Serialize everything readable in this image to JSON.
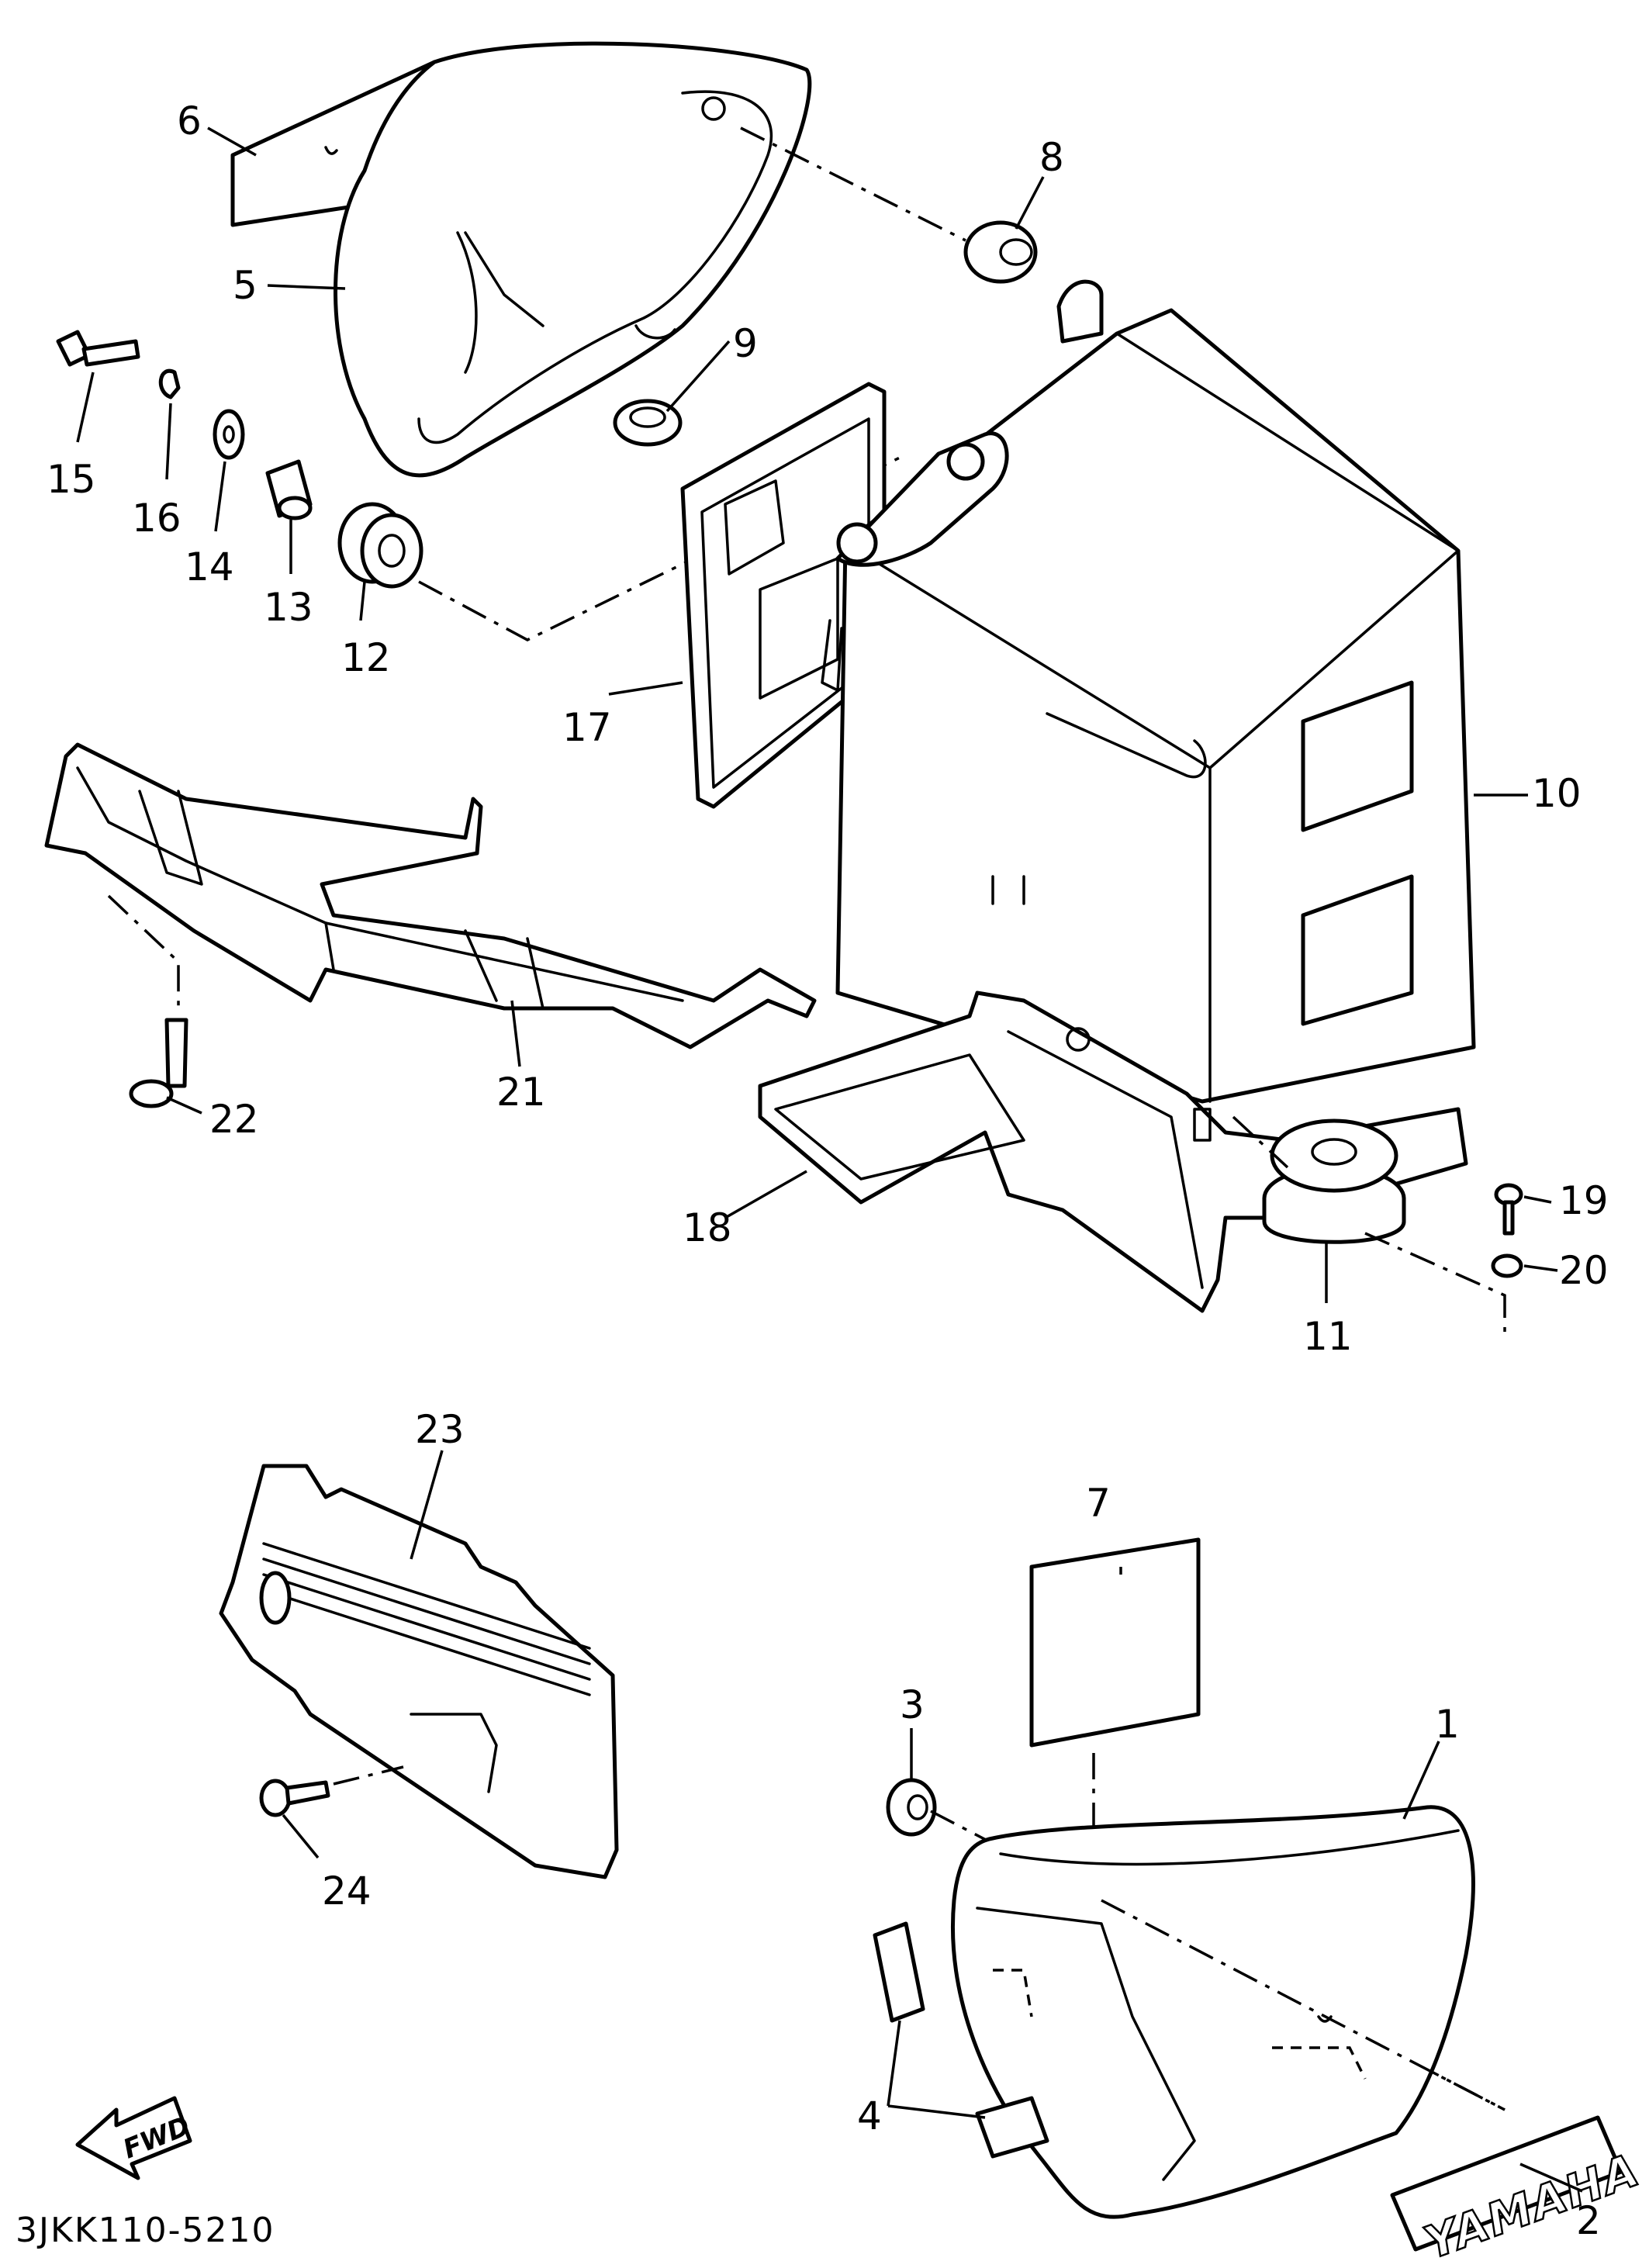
{
  "diagram": {
    "callouts": [
      "1",
      "2",
      "3",
      "4",
      "5",
      "6",
      "7",
      "8",
      "9",
      "10",
      "11",
      "12",
      "13",
      "14",
      "15",
      "16",
      "17",
      "18",
      "19",
      "20",
      "21",
      "22",
      "23",
      "24"
    ],
    "direction_label": "FWD",
    "brand_decal_text": "YAMAHA",
    "drawing_code": "3JKK110-5210"
  }
}
